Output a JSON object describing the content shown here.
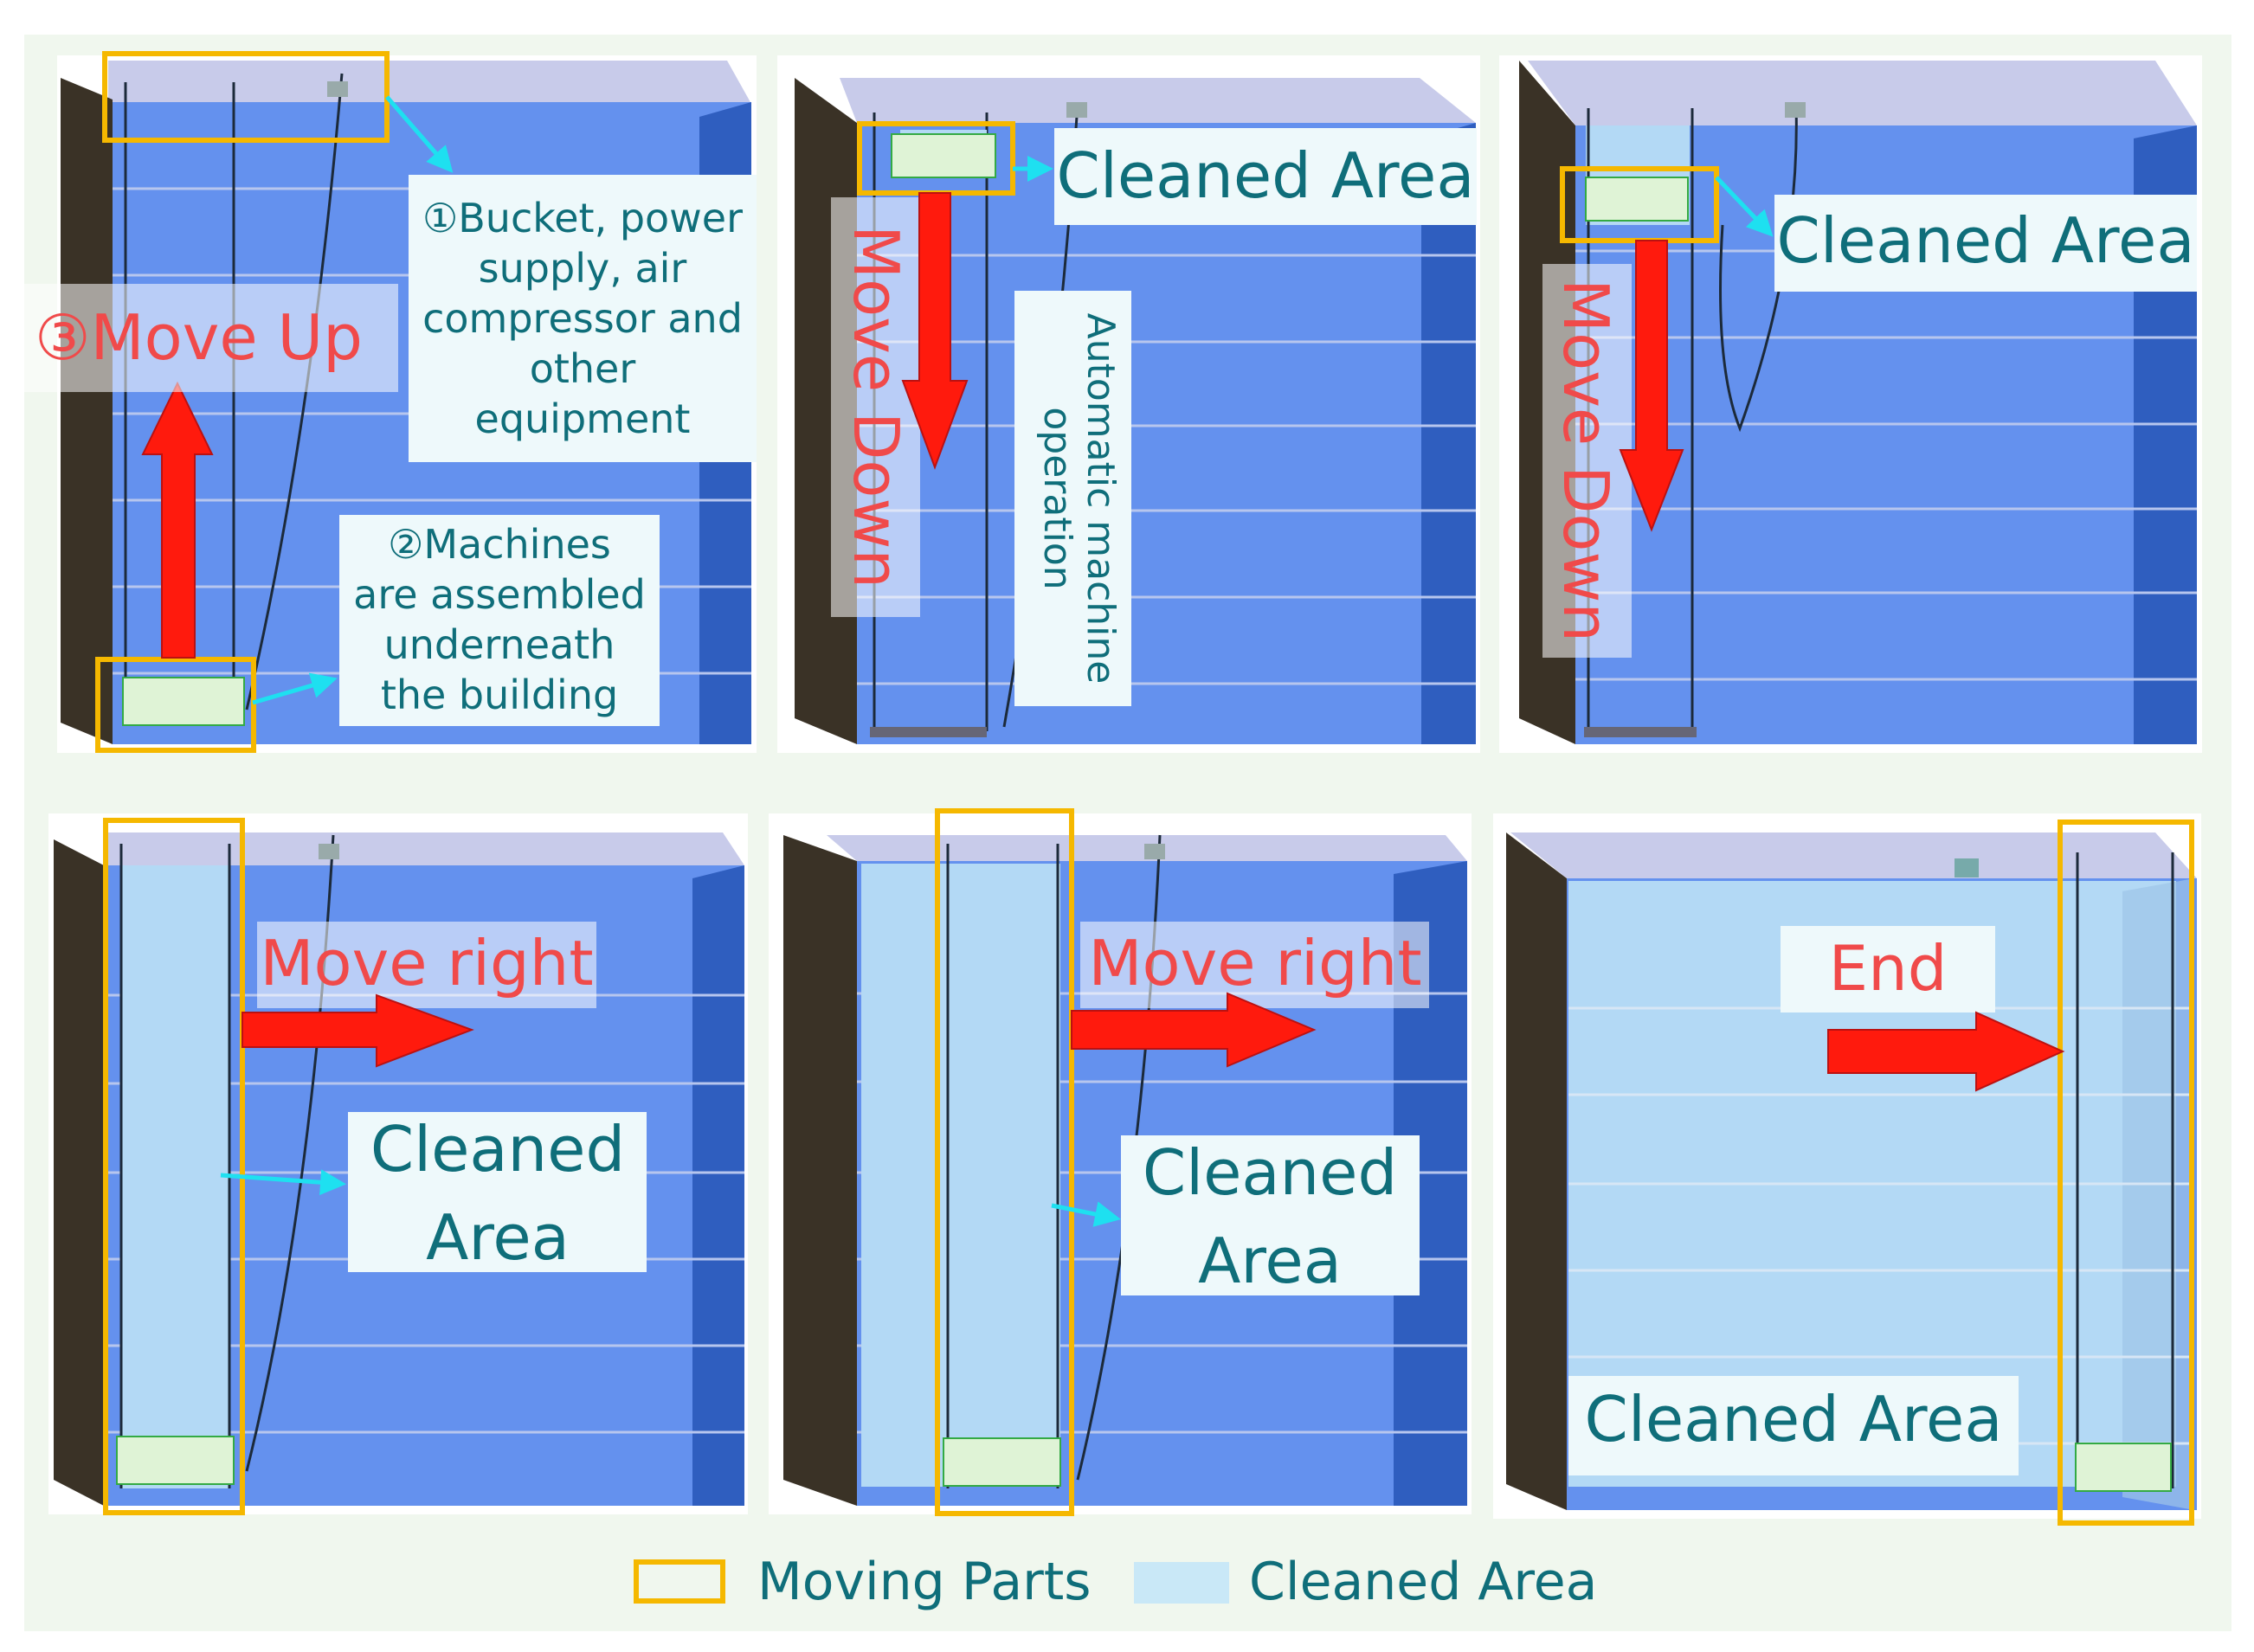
{
  "colors": {
    "background": "#f0f7ee",
    "wall_front": "#6491ee",
    "wall_side": "#2f5ebf",
    "wall_top": "#c8cbea",
    "wall_dark": "#3a3226",
    "cleaned": "#b3d9f5",
    "moving_box": "#f5b800",
    "arrow_red": "#ff1a0d",
    "teal_text": "#0f6e7a",
    "red_text": "#f04a4a",
    "cyan_arrow": "#1ee0f0"
  },
  "panels": {
    "p1": {
      "move_up": "③Move Up",
      "note1": [
        "①Bucket, power",
        "supply, air",
        "compressor and",
        "other",
        "equipment"
      ],
      "note2": [
        "②Machines",
        "are assembled",
        "underneath",
        "the building"
      ]
    },
    "p2": {
      "cleaned_area": "Cleaned Area",
      "move_down": "Move Down",
      "auto_op": [
        "Automatic machine",
        "operation"
      ]
    },
    "p3": {
      "cleaned_area": "Cleaned Area",
      "move_down": "Move Down"
    },
    "p4": {
      "move_right": "Move right",
      "cleaned_area": [
        "Cleaned",
        "Area"
      ]
    },
    "p5": {
      "move_right": "Move right",
      "cleaned_area": [
        "Cleaned",
        "Area"
      ]
    },
    "p6": {
      "end": "End",
      "cleaned_area": "Cleaned Area"
    }
  },
  "legend": {
    "moving_parts": "Moving Parts",
    "cleaned_area": "Cleaned Area"
  }
}
